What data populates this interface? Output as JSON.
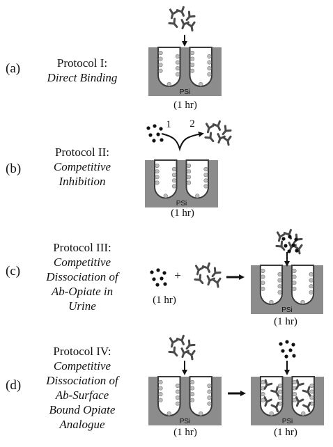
{
  "panels": [
    {
      "letter": "(a)",
      "title": "Protocol I:",
      "desc": [
        "Direct Binding"
      ]
    },
    {
      "letter": "(b)",
      "title": "Protocol II:",
      "desc": [
        "Competitive",
        "Inhibition"
      ]
    },
    {
      "letter": "(c)",
      "title": "Protocol III:",
      "desc": [
        "Competitive",
        "Dissociation of",
        "Ab-Opiate in",
        "Urine"
      ]
    },
    {
      "letter": "(d)",
      "title": "Protocol IV:",
      "desc": [
        "Competitive",
        "Dissociation of",
        "Ab-Surface",
        "Bound Opiate",
        "Analogue"
      ]
    }
  ],
  "labels": {
    "substrate": "PSi",
    "time": "(1 hr)",
    "step_1": "1",
    "step_2": "2",
    "plus": "+"
  },
  "colors": {
    "substrate": "#8c8c8c",
    "pore_outline": "#3a3a3a",
    "antibody": "#4a4a4a",
    "opiate": "#111111",
    "surface_analogue": "#bdbdbd"
  }
}
